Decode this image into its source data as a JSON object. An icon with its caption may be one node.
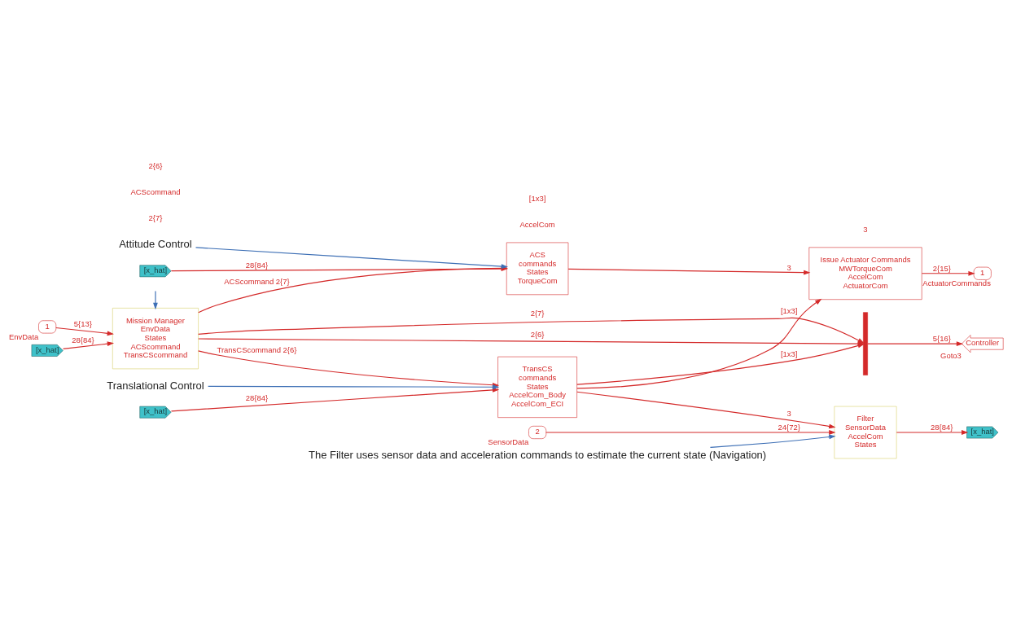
{
  "diagram": {
    "nodes": [
      {
        "text": [
          "1"
        ],
        "beside": [
          "EnvData"
        ]
      },
      {
        "text": [
          "[x_hat]"
        ]
      },
      {
        "text": [
          "Mission Manager",
          "EnvData",
          "States",
          "ACScommand",
          "TransCScommand"
        ]
      },
      {
        "text": [
          "[x_hat]"
        ]
      },
      {
        "text": [
          "ACS",
          "commands",
          "States",
          "TorqueCom"
        ]
      },
      {
        "text": [
          "[x_hat]"
        ]
      },
      {
        "text": [
          "TransCS",
          "commands",
          "States",
          "AccelCom_Body",
          "AccelCom_ECI"
        ]
      },
      {
        "text": [
          "Issue Actuator Commands",
          "MWTorqueCom",
          "AccelCom",
          "ActuatorCom"
        ]
      },
      {
        "text": [
          "1"
        ],
        "beside": [
          "ActuatorCommands"
        ]
      },
      {
        "text": [],
        "shape": "bar"
      },
      {
        "text": [
          "Controller"
        ],
        "beside": [
          "Goto3"
        ]
      },
      {
        "text": [
          "2"
        ],
        "beside": [
          "SensorData"
        ]
      },
      {
        "text": [
          "Filter",
          "SensorData",
          "AccelCom",
          "States"
        ]
      },
      {
        "text": [
          "[x_hat]"
        ]
      },
      {
        "text": [
          "Attitude Control"
        ]
      },
      {
        "text": [
          "Translational Control"
        ]
      },
      {
        "text": [
          "The Filter uses sensor data and acceleration commands to estimate the current state (Navigation)"
        ]
      }
    ],
    "edges": [
      {
        "from": null,
        "to": 2,
        "arrow": "to",
        "color": "#3d6fb5"
      },
      {
        "from": 0,
        "to": 2,
        "arrow": "to",
        "label": "5{13}"
      },
      {
        "from": 1,
        "to": 2,
        "arrow": "to",
        "label": "28{84}"
      },
      {
        "from": 2,
        "to": 4,
        "arrow": "to",
        "label": "ACScommand 2{7}"
      },
      {
        "from": 3,
        "to": 4,
        "arrow": "to",
        "label": "28{84}"
      },
      {
        "from": 2,
        "to": 6,
        "arrow": "to",
        "label": "TransCScommand 2{6}"
      },
      {
        "from": 5,
        "to": 6,
        "arrow": "to",
        "label": "28{84}"
      },
      {
        "from": 4,
        "to": 7,
        "arrow": "to",
        "label": "3"
      },
      {
        "from": 6,
        "to": 7,
        "arrow": "to",
        "label": "[1x3]"
      },
      {
        "from": 7,
        "to": 8,
        "arrow": "to",
        "label": "2{15}"
      },
      {
        "from": 6,
        "to": 9,
        "arrow": "to",
        "label": "[1x3]"
      },
      {
        "from": 2,
        "to": 9,
        "arrow": "to",
        "label": "2{7}"
      },
      {
        "from": 2,
        "to": 9,
        "arrow": "to",
        "label": "2{6}"
      },
      {
        "from": 9,
        "to": 10,
        "arrow": "to",
        "label": "5{16}"
      },
      {
        "from": 11,
        "to": 12,
        "arrow": "to",
        "label": "24{72}"
      },
      {
        "from": 6,
        "to": 12,
        "arrow": "to",
        "label": "3"
      },
      {
        "from": 12,
        "to": 13,
        "arrow": "to",
        "label": "28{84}"
      },
      {
        "from": 14,
        "to": 4,
        "arrow": "to",
        "color": "#3d6fb5"
      },
      {
        "from": 15,
        "to": 6,
        "arrow": "to",
        "color": "#3d6fb5"
      },
      {
        "from": 16,
        "to": 12,
        "arrow": "to",
        "color": "#3d6fb5"
      }
    ],
    "labels": [
      "2{7}",
      "ACScommand",
      "2{6}",
      "AccelCom",
      "[1x3]",
      "3"
    ]
  }
}
